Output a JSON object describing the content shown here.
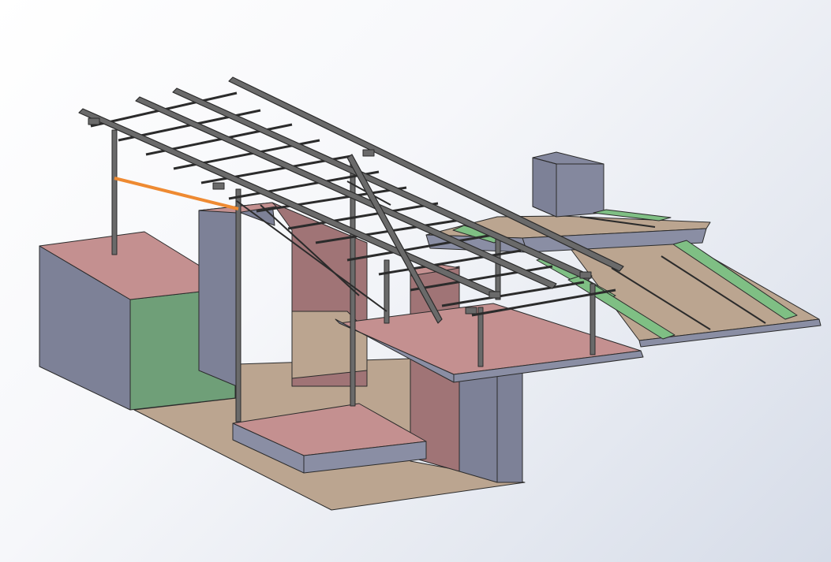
{
  "view": {
    "background_top": "#ffffff",
    "background_bottom": "#d6dce8"
  },
  "palette": {
    "floor": "#bba590",
    "wall_top": "#c49090",
    "wall_front": "#a07476",
    "block_side": "#7d8197",
    "block_front_green": "#6f9f78",
    "slab": "#8a8ea4",
    "frame_steel": "#6a6a6a",
    "bracing_orange": "#ee8a32",
    "edge_line": "#2b2b2b",
    "panel_green": "#7fbf84",
    "equipment_box": "#84889e"
  },
  "components": [
    "floor-plane",
    "left-block",
    "center-wall",
    "right-pillar",
    "cantilever-slab",
    "ground-slab",
    "sloped-ramp",
    "upper-platform",
    "equipment-box",
    "support-columns",
    "roof-purlins",
    "roof-cross-beams",
    "diagonal-braces",
    "orange-tie-rod",
    "green-rails"
  ]
}
